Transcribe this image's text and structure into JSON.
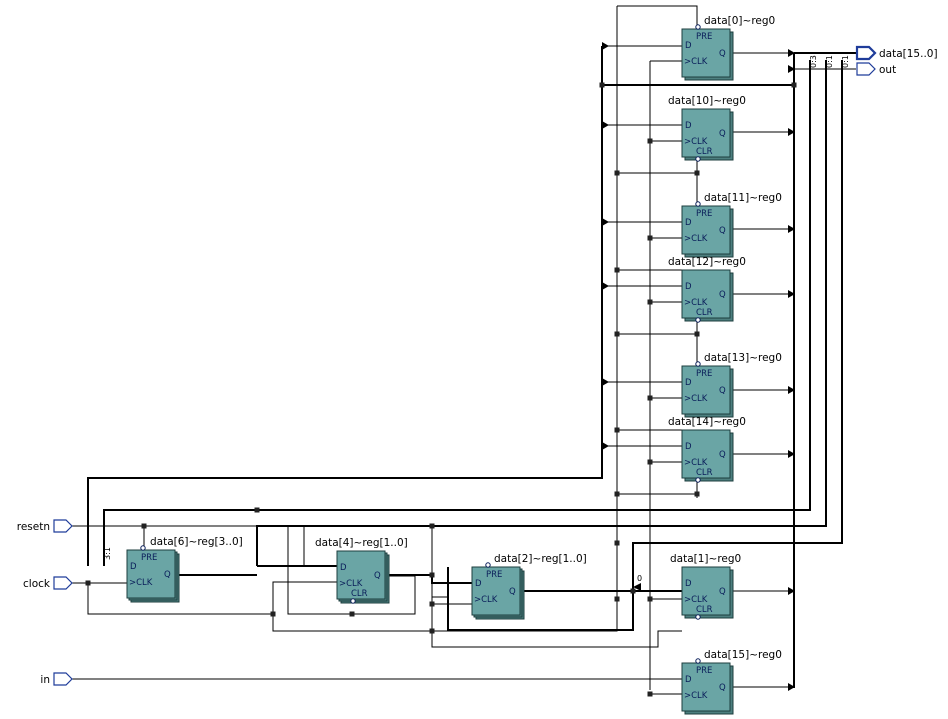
{
  "diagram": {
    "input_ports": [
      {
        "id": "resetn",
        "label": "resetn"
      },
      {
        "id": "clock",
        "label": "clock"
      },
      {
        "id": "in",
        "label": "in"
      }
    ],
    "output_ports": [
      {
        "id": "data",
        "label": "data[15..0]",
        "bus": true
      },
      {
        "id": "out",
        "label": "out",
        "bus": false
      }
    ],
    "registers": [
      {
        "id": "data0",
        "label": "data[0]~reg0",
        "pins": {
          "top": "PRE",
          "d": "D",
          "clk": "CLK",
          "q": "Q"
        }
      },
      {
        "id": "data10",
        "label": "data[10]~reg0",
        "pins": {
          "bottom": "CLR",
          "d": "D",
          "clk": "CLK",
          "q": "Q"
        }
      },
      {
        "id": "data11",
        "label": "data[11]~reg0",
        "pins": {
          "top": "PRE",
          "d": "D",
          "clk": "CLK",
          "q": "Q"
        }
      },
      {
        "id": "data12",
        "label": "data[12]~reg0",
        "pins": {
          "bottom": "CLR",
          "d": "D",
          "clk": "CLK",
          "q": "Q"
        }
      },
      {
        "id": "data13",
        "label": "data[13]~reg0",
        "pins": {
          "top": "PRE",
          "d": "D",
          "clk": "CLK",
          "q": "Q"
        }
      },
      {
        "id": "data14",
        "label": "data[14]~reg0",
        "pins": {
          "bottom": "CLR",
          "d": "D",
          "clk": "CLK",
          "q": "Q"
        }
      },
      {
        "id": "data1",
        "label": "data[1]~reg0",
        "pins": {
          "bottom": "CLR",
          "d": "D",
          "clk": "CLK",
          "q": "Q"
        }
      },
      {
        "id": "data15",
        "label": "data[15]~reg0",
        "pins": {
          "top": "PRE",
          "d": "D",
          "clk": "CLK",
          "q": "Q"
        }
      },
      {
        "id": "data6",
        "label": "data[6]~reg[3..0]",
        "pins": {
          "top": "PRE",
          "d": "D",
          "clk": "CLK",
          "q": "Q"
        }
      },
      {
        "id": "data4",
        "label": "data[4]~reg[1..0]",
        "pins": {
          "bottom": "CLR",
          "d": "D",
          "clk": "CLK",
          "q": "Q"
        }
      },
      {
        "id": "data2",
        "label": "data[2]~reg[1..0]",
        "pins": {
          "top": "PRE",
          "d": "D",
          "clk": "CLK",
          "q": "Q"
        }
      }
    ],
    "bus_taps": [
      "0:3",
      "0:1",
      "0:1",
      "3:1",
      "0"
    ]
  }
}
